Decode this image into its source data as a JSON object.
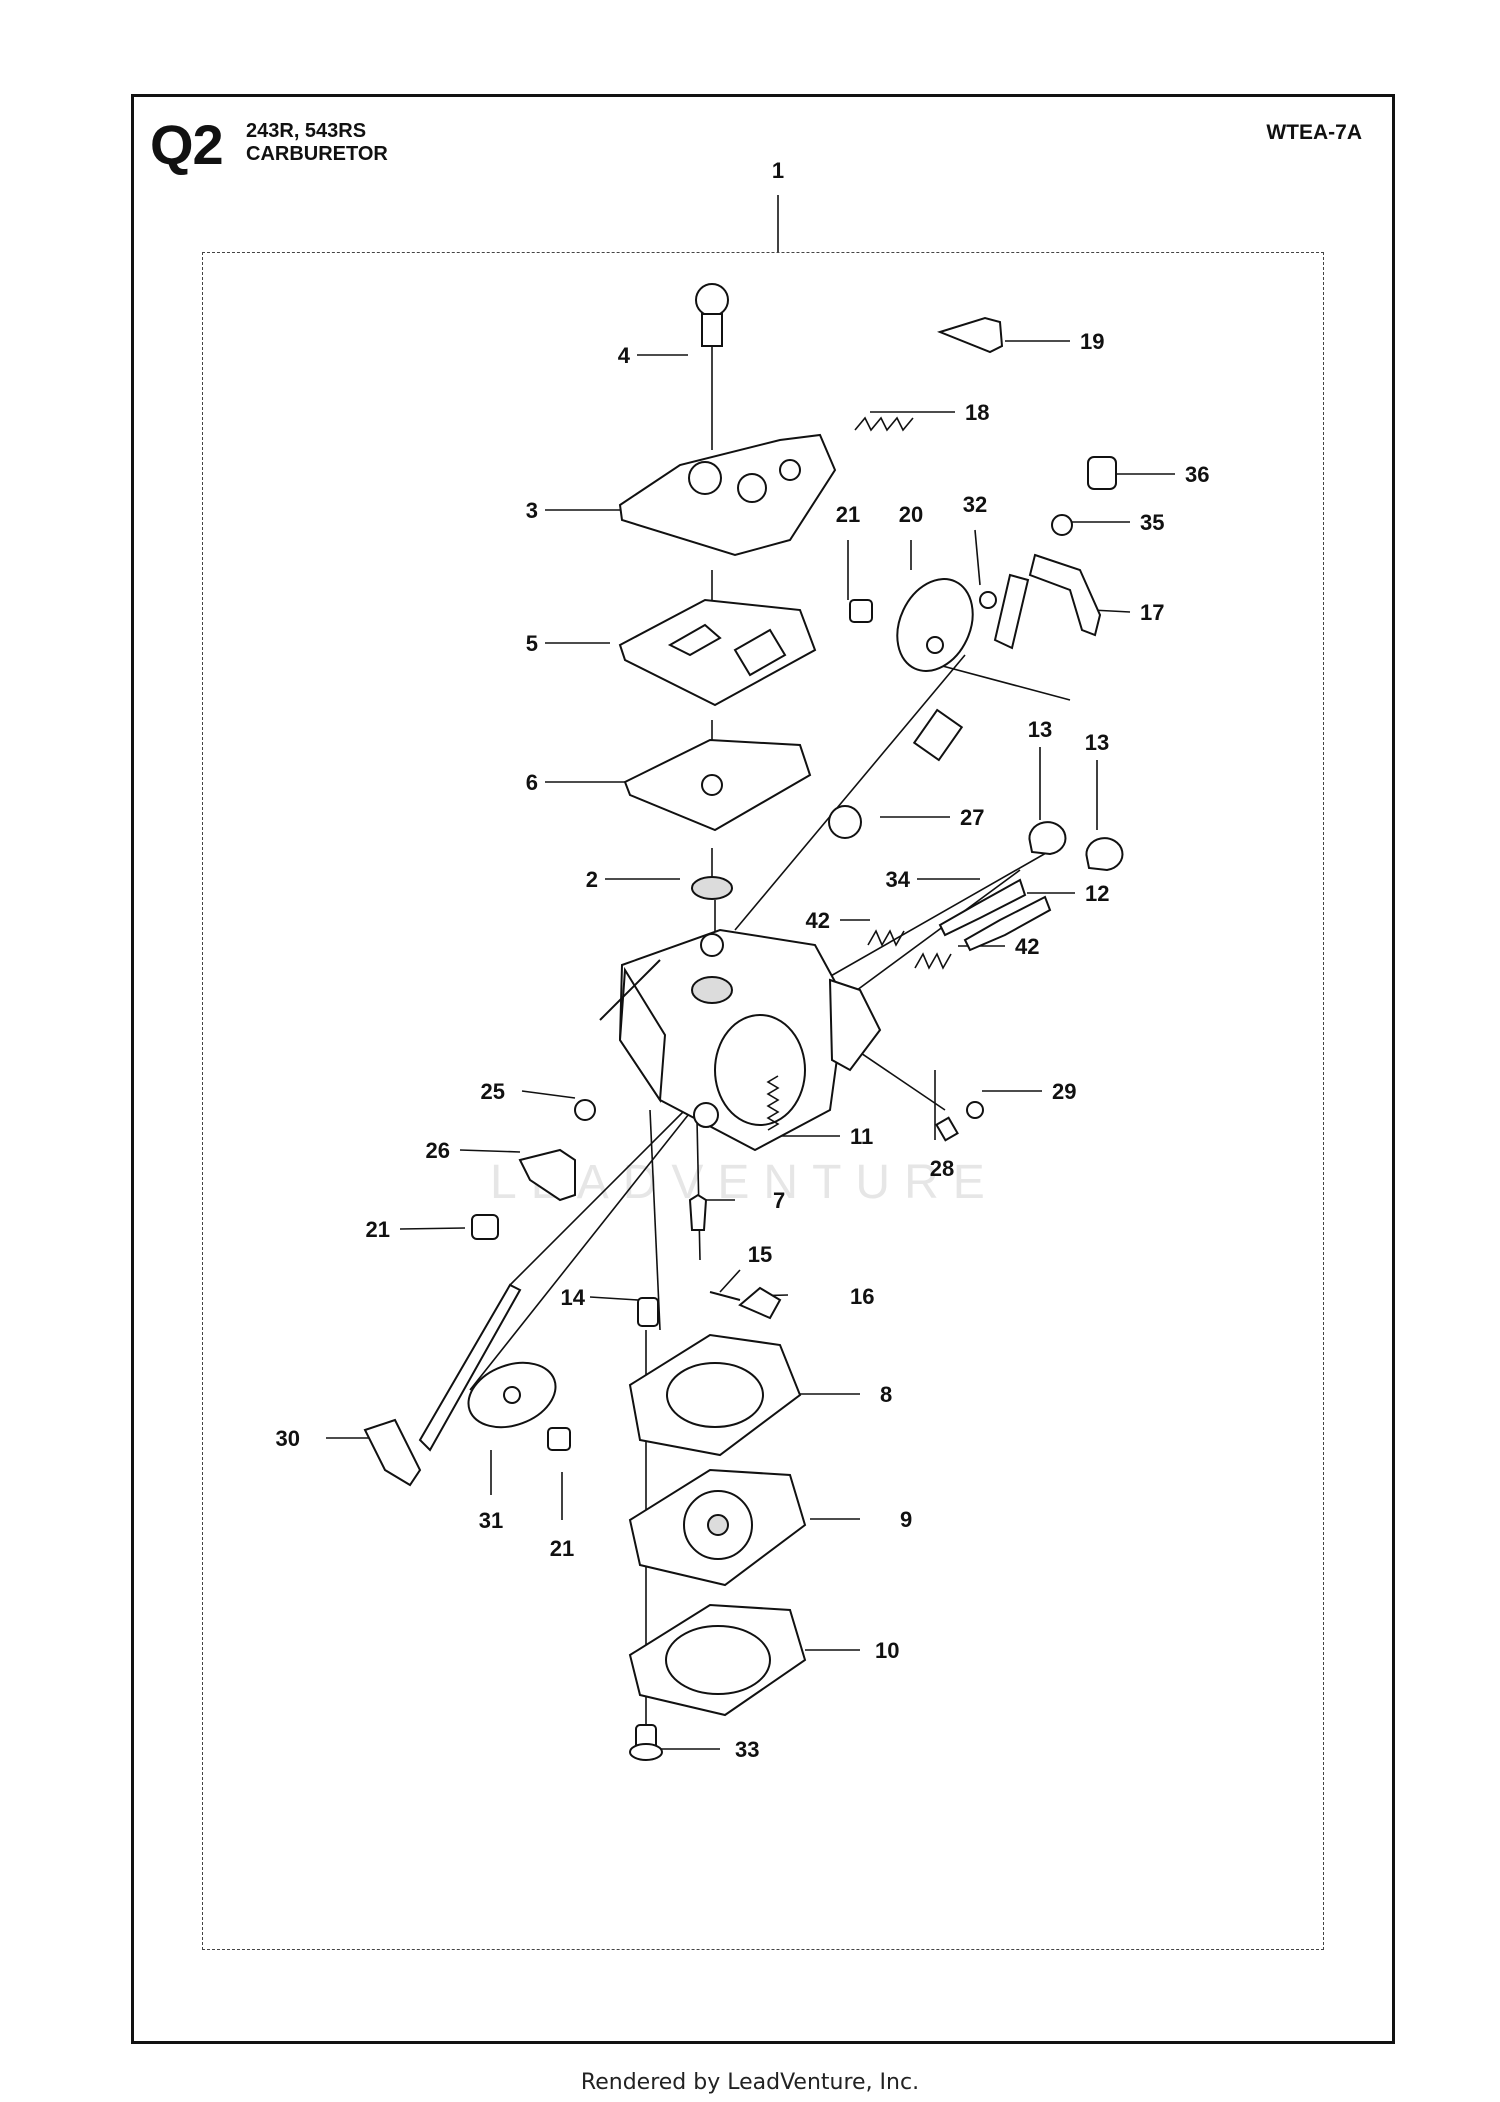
{
  "header": {
    "section_code": "Q2",
    "models": "243R, 543RS",
    "section_title": "CARBURETOR",
    "ref_code": "WTEA-7A"
  },
  "watermark": "LEADVENTURE",
  "footer": "Rendered by LeadVenture, Inc.",
  "callouts": [
    "1",
    "4",
    "19",
    "18",
    "36",
    "35",
    "3",
    "21",
    "20",
    "32",
    "17",
    "5",
    "13",
    "13",
    "6",
    "27",
    "2",
    "34",
    "12",
    "42",
    "42",
    "25",
    "29",
    "11",
    "26",
    "28",
    "7",
    "21",
    "15",
    "14",
    "16",
    "8",
    "30",
    "9",
    "31",
    "21",
    "10",
    "33"
  ]
}
